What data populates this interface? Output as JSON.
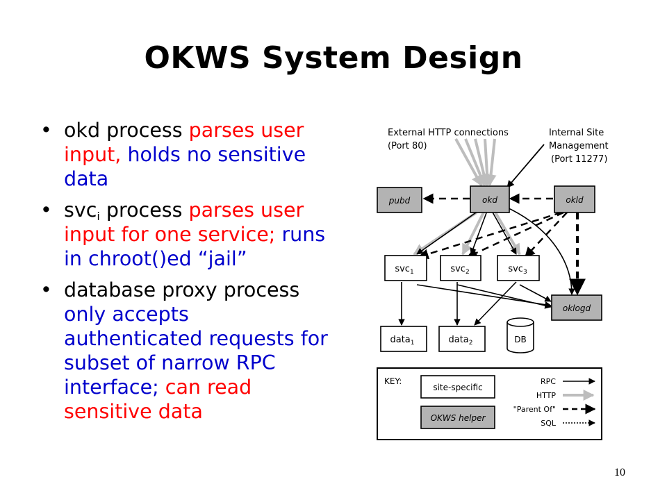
{
  "slide": {
    "title": "OKWS System Design",
    "page_number": "10"
  },
  "bullets": [
    {
      "parts": [
        {
          "text": "okd process ",
          "color": "black"
        },
        {
          "text": "parses user input, ",
          "color": "red"
        },
        {
          "text": "holds no sensitive data",
          "color": "blue"
        }
      ]
    },
    {
      "parts": [
        {
          "text": "svc",
          "color": "black"
        },
        {
          "text": "i",
          "color": "black",
          "sub": true
        },
        {
          "text": " process ",
          "color": "black"
        },
        {
          "text": "parses user input for one service; ",
          "color": "red"
        },
        {
          "text": "runs in chroot()ed “jail”",
          "color": "blue"
        }
      ]
    },
    {
      "parts": [
        {
          "text": "database proxy process ",
          "color": "black"
        },
        {
          "text": "only accepts authenticated requests for subset of narrow RPC interface; ",
          "color": "blue"
        },
        {
          "text": "can read sensitive data",
          "color": "red"
        }
      ]
    }
  ],
  "diagram": {
    "external_label_1": "External HTTP connections",
    "external_label_2": "(Port 80)",
    "internal_label_1": "Internal Site",
    "internal_label_2": "Management",
    "internal_label_3": "(Port 11277)",
    "nodes": {
      "pubd": "pubd",
      "okd": "okd",
      "okld": "okld",
      "svc": "svc",
      "svc1_sub": "1",
      "svc2_sub": "2",
      "svc3_sub": "3",
      "oklogd": "oklogd",
      "data": "data",
      "data1_sub": "1",
      "data2_sub": "2",
      "db": "DB"
    },
    "key": {
      "title": "KEY:",
      "site_specific": "site-specific",
      "okws_helper": "OKWS helper",
      "rpc": "RPC",
      "http": "HTTP",
      "parent_of": "\"Parent Of\"",
      "sql": "SQL"
    },
    "colors": {
      "helper_fill": "#b3b3b3",
      "http_arrow": "#bdbdbd"
    }
  }
}
